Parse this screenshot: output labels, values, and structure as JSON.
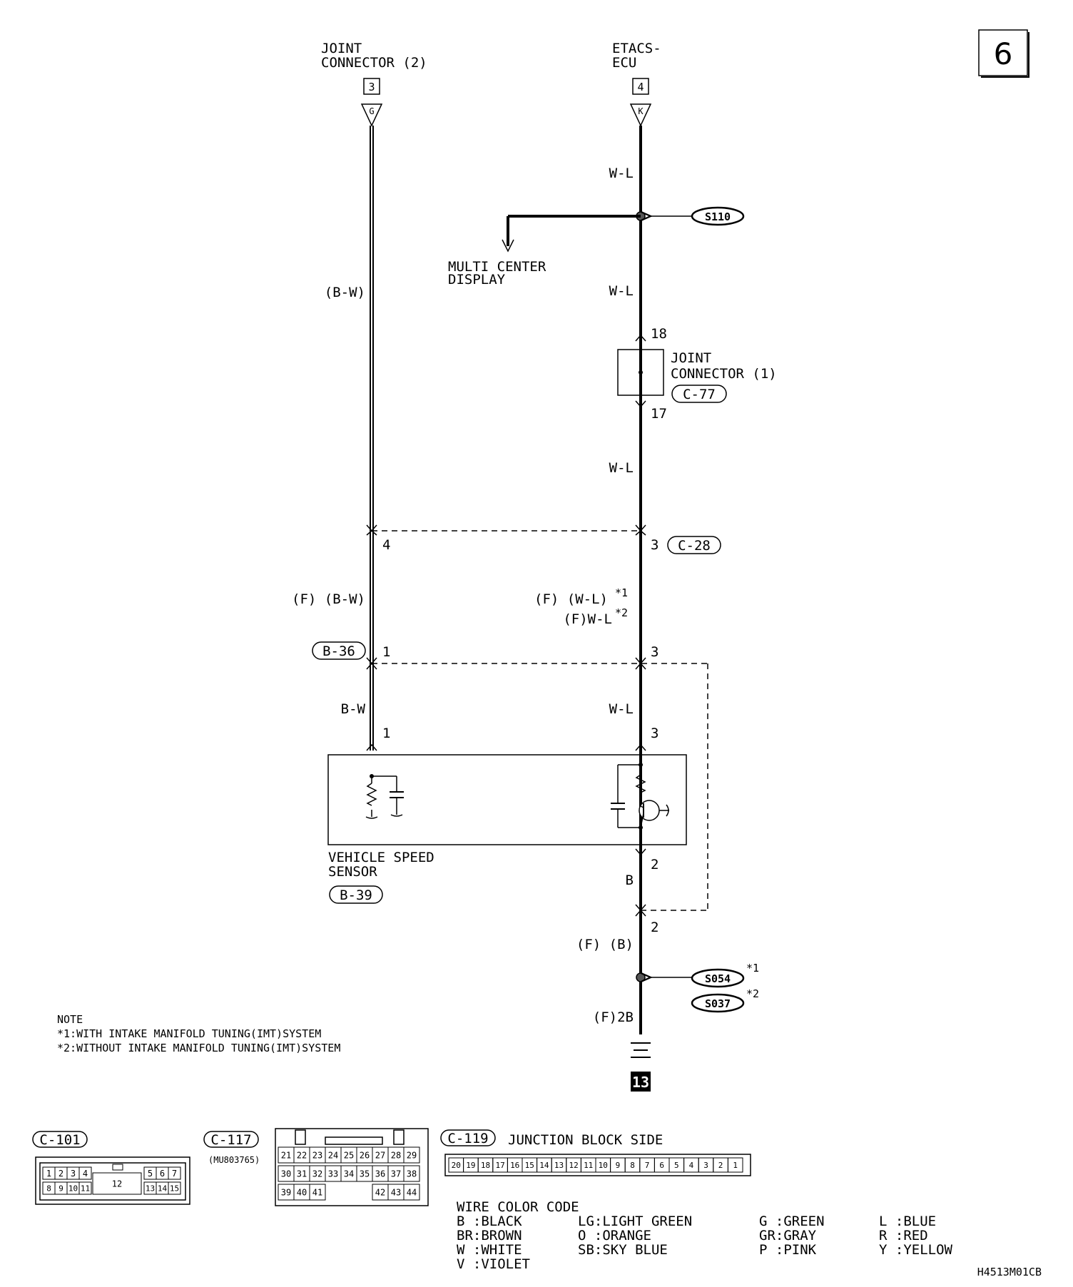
{
  "page_number": "6",
  "figure_code": "H4513M01CB",
  "connectors": {
    "joint_connector_2": {
      "title_1": "JOINT",
      "title_2": "CONNECTOR (2)",
      "page_ref": "3",
      "terminal": "G"
    },
    "etacs_ecu": {
      "title_1": "ETACS-",
      "title_2": "ECU",
      "page_ref": "4",
      "terminal": "K"
    },
    "joint_connector_1": {
      "title_1": "JOINT",
      "title_2": "CONNECTOR (1)",
      "code": "C-77",
      "pin_in": "18",
      "pin_out": "17"
    },
    "c28": {
      "code": "C-28",
      "pin_left": "4",
      "pin_right": "3"
    },
    "b36": {
      "code": "B-36",
      "pin_left": "1",
      "pin_right": "3",
      "pin_ground": "2"
    },
    "vehicle_speed_sensor": {
      "title_1": "VEHICLE SPEED",
      "title_2": "SENSOR",
      "code": "B-39",
      "pin_left": "1",
      "pin_right": "3",
      "pin_bottom": "2"
    }
  },
  "splices": {
    "s110": "S110",
    "s054": "S054",
    "s054_mark": "*1",
    "s037": "S037",
    "s037_mark": "*2"
  },
  "multi_center_display": {
    "line_1": "MULTI CENTER",
    "line_2": "DISPLAY"
  },
  "wire_labels": {
    "left_top": "(B-W)",
    "left_mid": "(F) (B-W)",
    "left_low": "B-W",
    "right_1": "W-L",
    "right_2": "W-L",
    "right_3": "W-L",
    "right_f1": "(F) (W-L)",
    "right_f1_mark": "*1",
    "right_f2": "(F)W-L",
    "right_f2_mark": "*2",
    "right_low": "W-L",
    "sensor_out": "B",
    "ground_1": "(F) (B)",
    "ground_2": "(F)2B"
  },
  "ground_ref": "13",
  "note": {
    "title": "NOTE",
    "line_1": "*1:WITH INTAKE MANIFOLD TUNING(IMT)SYSTEM",
    "line_2": "*2:WITHOUT INTAKE MANIFOLD TUNING(IMT)SYSTEM"
  },
  "connector_views": {
    "c101": {
      "code": "C-101",
      "row1_left": [
        "1",
        "2",
        "3",
        "4"
      ],
      "row1_right": [
        "5",
        "6",
        "7"
      ],
      "row2_left": [
        "8",
        "9",
        "10",
        "11"
      ],
      "center": "12",
      "row2_right": [
        "13",
        "14",
        "15"
      ]
    },
    "c117": {
      "code": "C-117",
      "part_no": "(MU803765)",
      "row1": [
        "21",
        "22",
        "23",
        "24",
        "25",
        "26",
        "27",
        "28",
        "29"
      ],
      "row2": [
        "30",
        "31",
        "32",
        "33",
        "34",
        "35",
        "36",
        "37",
        "38"
      ],
      "row3_left": [
        "39",
        "40",
        "41"
      ],
      "row3_right": [
        "42",
        "43",
        "44"
      ]
    },
    "c119": {
      "code": "C-119",
      "caption": "JUNCTION BLOCK SIDE",
      "pins": [
        "20",
        "19",
        "18",
        "17",
        "16",
        "15",
        "14",
        "13",
        "12",
        "11",
        "10",
        "9",
        "8",
        "7",
        "6",
        "5",
        "4",
        "3",
        "2",
        "1"
      ]
    }
  },
  "wire_color_code": {
    "title": "WIRE COLOR CODE",
    "col1": [
      "B :BLACK",
      "BR:BROWN",
      "W :WHITE",
      "V :VIOLET"
    ],
    "col2": [
      "LG:LIGHT GREEN",
      "O :ORANGE",
      "SB:SKY BLUE"
    ],
    "col3": [
      "G :GREEN",
      "GR:GRAY",
      "P :PINK"
    ],
    "col4": [
      "L :BLUE",
      "R :RED",
      "Y :YELLOW"
    ]
  }
}
